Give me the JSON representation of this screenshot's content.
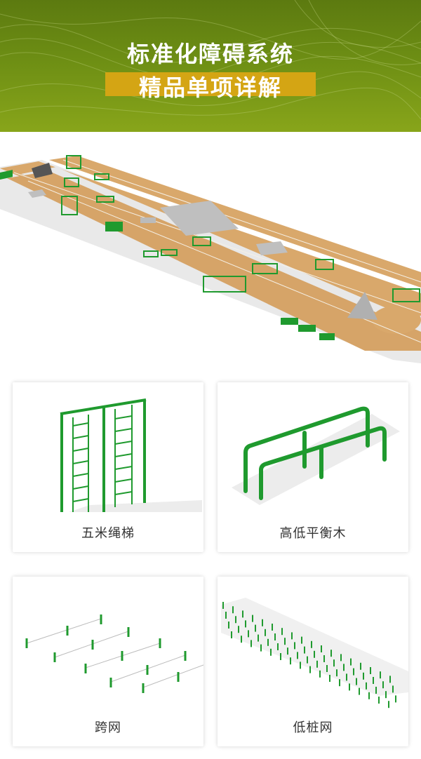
{
  "header": {
    "title_line1": "标准化障碍系统",
    "title_line2": "精品单项详解",
    "accent_color": "#d4a514",
    "banner_color": "#6d8e14"
  },
  "colors": {
    "equipment_green": "#1f9a2e",
    "track_tan": "#d9a86b"
  },
  "cards": [
    {
      "label": "五米绳梯"
    },
    {
      "label": "高低平衡木"
    },
    {
      "label": "跨网"
    },
    {
      "label": "低桩网"
    }
  ]
}
